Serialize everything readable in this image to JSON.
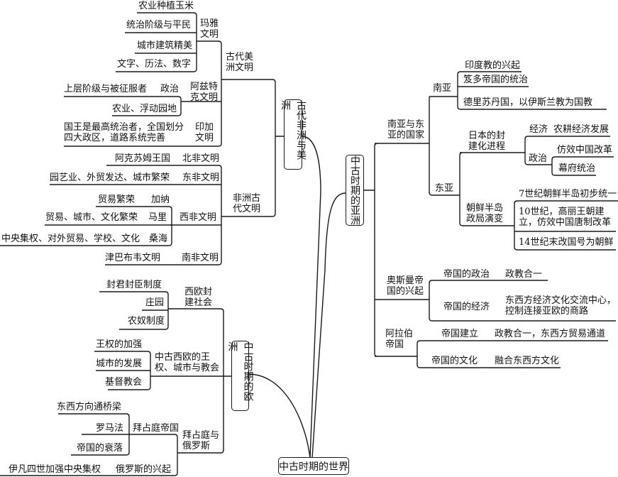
{
  "root": "中古时期的世界",
  "africa_america": {
    "title": "古代非洲与美洲",
    "america": {
      "label": "古代美\n洲文明",
      "maya": {
        "label": "玛雅\n文明",
        "items": [
          "农业种植玉米",
          "统治阶级与平民",
          "城市建筑精美",
          "文字、历法、数字"
        ]
      },
      "aztec": {
        "label": "阿兹特\n克文明",
        "politics_label": "政治",
        "politics": "上层阶级与被征服者",
        "agriculture": "农业、浮动园地"
      },
      "inca": {
        "label": "印加\n文明",
        "text": "国王是最高统治者，全国划分\n四大政区，道路系统完善"
      }
    },
    "africa": {
      "label": "非洲古\n代文明",
      "north": {
        "label": "北非文明",
        "text": "阿克苏姆王国"
      },
      "east": {
        "label": "东非文明",
        "text": "园艺业、外贸发达、城市繁荣"
      },
      "west": {
        "label": "西非文明",
        "ghana": {
          "label": "加纳",
          "text": "贸易繁荣"
        },
        "mali": {
          "label": "马里",
          "text": "贸易、城市、文化繁荣"
        },
        "songhai": {
          "label": "桑海",
          "text": "中央集权、对外贸易、学校、文化"
        }
      },
      "south": {
        "label": "南非文明",
        "text": "津巴布韦文明"
      }
    }
  },
  "europe": {
    "title": "中古时期的欧洲",
    "feudal": {
      "label": "西欧封\n建社会",
      "items": [
        "封君封臣制度",
        "庄园",
        "农奴制度"
      ]
    },
    "kingship": {
      "label": "中古西欧的王\n权、城市与教会",
      "items": [
        "王权的加强",
        "城市的发展",
        "基督教会"
      ]
    },
    "byzantium_russia": {
      "label": "拜占庭与\n俄罗斯",
      "byzantium": {
        "label": "拜占庭帝国",
        "items": [
          "东西方向通桥梁",
          "罗马法",
          "帝国的衰落"
        ]
      },
      "russia": {
        "label": "俄罗斯的兴起",
        "text": "伊凡四世加强中央集权"
      }
    }
  },
  "asia": {
    "title": "中古时期的亚洲",
    "south_east": {
      "label": "南亚与东\n亚的国家",
      "south_asia": {
        "label": "南亚",
        "items": [
          "印度教的兴起",
          "笈多帝国的统治",
          "德里苏丹国，以伊斯兰教为国教"
        ]
      },
      "east_asia": {
        "label": "东亚",
        "japan": {
          "label": "日本的封\n建化进程",
          "economy_label": "经济",
          "economy": "农耕经济发展",
          "politics_label": "政治",
          "politics": [
            "仿效中国改革",
            "幕府统治"
          ]
        },
        "korea": {
          "label": "朝鲜半岛\n政局演变",
          "items": [
            "7世纪朝鲜半岛初步统一",
            "10世纪，高丽王朝建\n立，仿效中国唐制改革",
            "14世纪末改国号为朝鲜"
          ]
        }
      }
    },
    "ottoman": {
      "label": "奥斯曼帝\n国的兴起",
      "politics_label": "帝国的政治",
      "politics": "政教合一",
      "economy_label": "帝国的经济",
      "economy": "东西方经济文化交流中心，\n控制连接亚欧的商路"
    },
    "arab": {
      "label": "阿拉伯\n帝国",
      "founding_label": "帝国建立",
      "founding": "政教合一，东西方贸易通道",
      "culture_label": "帝国的文化",
      "culture": "融合东西方文化"
    }
  }
}
